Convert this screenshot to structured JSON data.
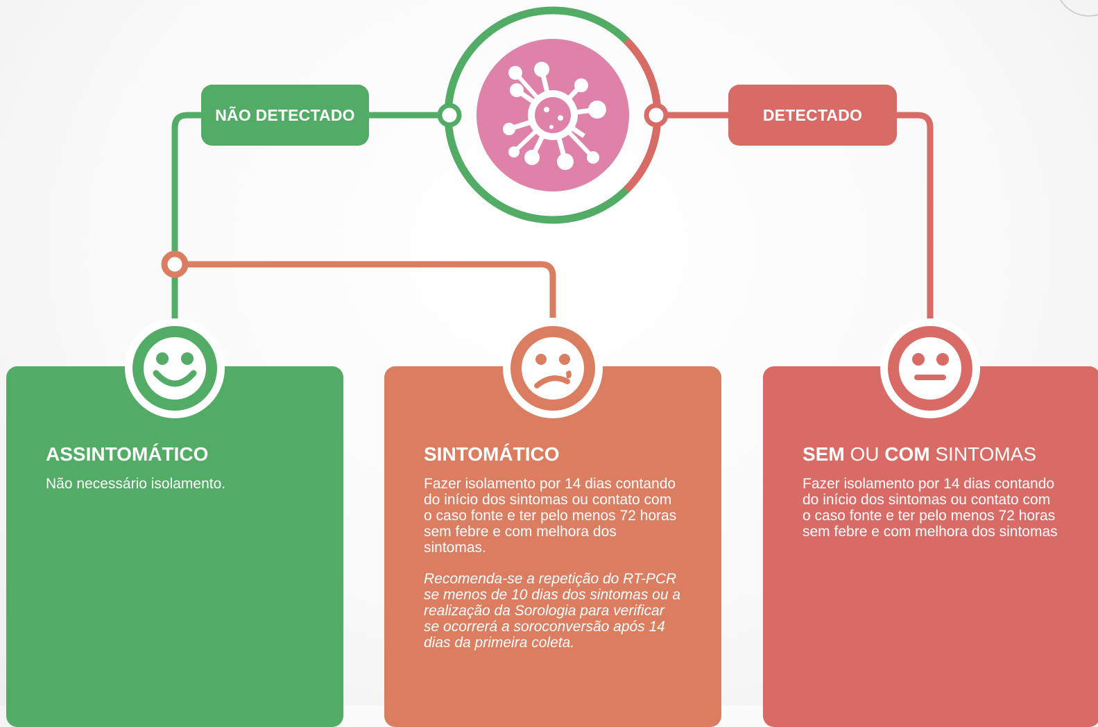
{
  "colors": {
    "green": "#52ac66",
    "coral": "#db7d60",
    "red": "#d96b66",
    "pink": "#de82aa",
    "white": "#ffffff"
  },
  "labels": {
    "nao_detectado": "NÃO DETECTADO",
    "detectado": "DETECTADO"
  },
  "icons": {
    "center": "virus-icon",
    "assintomatico": "happy-face-icon",
    "sintomatico": "sad-face-icon",
    "sem_com": "neutral-face-icon"
  },
  "cards": {
    "assintomatico": {
      "title": "ASSINTOMÁTICO",
      "text": "Não necessário isolamento."
    },
    "sintomatico": {
      "title": "SINTOMÁTICO",
      "text": "Fazer isolamento por 14 dias contando do início dos sintomas ou contato com o caso fonte e ter pelo menos 72 horas sem febre e com melhora dos sintomas.",
      "note": "Recomenda-se a repetição do RT-PCR se menos de 10 dias dos sintomas ou a realização da Sorologia para verificar se ocorrerá a soroconversão após 14 dias da primeira coleta."
    },
    "sem_com": {
      "title_part1": "SEM",
      "title_part2": " OU ",
      "title_part3": "COM",
      "title_part4": " SINTOMAS",
      "text": "Fazer isolamento por 14 dias contando do início dos sintomas ou contato com o caso fonte e ter pelo menos 72 horas sem febre e com melhora dos sintomas"
    }
  }
}
